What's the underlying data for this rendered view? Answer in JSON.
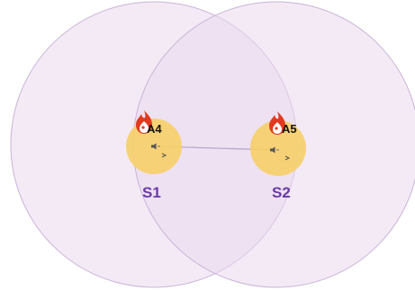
{
  "colors": {
    "zone_fill": "#e9d9ef",
    "zone_stroke": "#c9b3d6",
    "sensor_fill": "#f6cf6b",
    "link_stroke": "#b9a9c6",
    "sensor_label": "#6b3aa6",
    "fire_outer": "#e23a1e",
    "fire_inner": "#ffffff",
    "text_dark": "#111111"
  },
  "nodes": [
    {
      "id": "S1",
      "label": "S1",
      "agent": "A4",
      "icons": [
        "fire-icon",
        "speaker-icon",
        "arrow-icon"
      ]
    },
    {
      "id": "S2",
      "label": "S2",
      "agent": "A5",
      "icons": [
        "fire-icon",
        "speaker-icon",
        "arrow-icon"
      ]
    }
  ],
  "links": [
    {
      "from": "S1",
      "to": "S2"
    }
  ]
}
